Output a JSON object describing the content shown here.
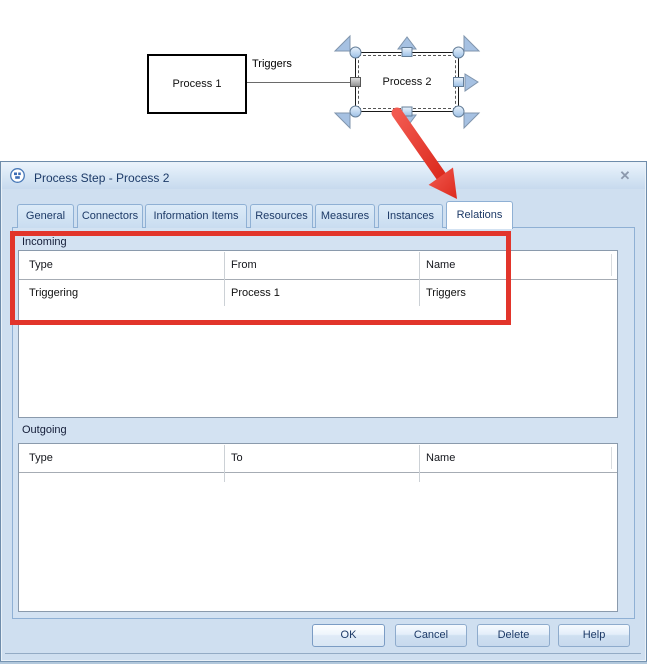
{
  "diagram": {
    "process1": "Process 1",
    "process2": "Process 2",
    "connector_label": "Triggers"
  },
  "dialog": {
    "title": "Process Step - Process 2",
    "close_glyph": "✕",
    "tabs": [
      {
        "label": "General"
      },
      {
        "label": "Connectors"
      },
      {
        "label": "Information Items"
      },
      {
        "label": "Resources"
      },
      {
        "label": "Measures"
      },
      {
        "label": "Instances"
      },
      {
        "label": "Relations",
        "active": true
      }
    ],
    "incoming": {
      "label": "Incoming",
      "columns": [
        "Type",
        "From",
        "Name"
      ],
      "rows": [
        {
          "type": "Triggering",
          "from": "Process 1",
          "name": "Triggers"
        }
      ]
    },
    "outgoing": {
      "label": "Outgoing",
      "columns": [
        "Type",
        "To",
        "Name"
      ],
      "rows": []
    },
    "buttons": {
      "ok": "OK",
      "cancel": "Cancel",
      "delete": "Delete",
      "help": "Help"
    },
    "colors": {
      "highlight": "#e2352b",
      "arrow": "#e8392e",
      "accent_border": "#8fb0d4"
    }
  }
}
